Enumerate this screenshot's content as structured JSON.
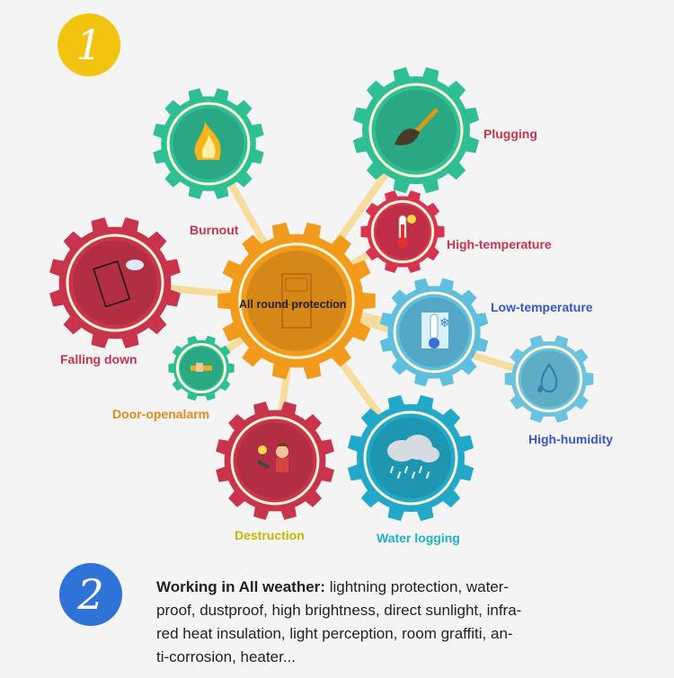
{
  "step1": {
    "number": "1",
    "color": "#f2c40f"
  },
  "step2": {
    "number": "2",
    "color": "#2f72d8"
  },
  "center": {
    "label": "All round protection",
    "color": "#f29a1b"
  },
  "features": [
    {
      "id": "burnout",
      "label": "Burnout",
      "label_color": "#c9344c",
      "gear_color": "#2fbf95",
      "icon": "fire-icon"
    },
    {
      "id": "plugging",
      "label": "Plugging",
      "label_color": "#c9344c",
      "gear_color": "#2fbf95",
      "icon": "plunger-icon"
    },
    {
      "id": "high-temperature",
      "label": "High-temperature",
      "label_color": "#c9344c",
      "gear_color": "#d9344f",
      "icon": "thermometer-hot-icon"
    },
    {
      "id": "falling-down",
      "label": "Falling down",
      "label_color": "#c9344c",
      "gear_color": "#c9344c",
      "icon": "falling-box-icon"
    },
    {
      "id": "low-temperature",
      "label": "Low-temperature",
      "label_color": "#3557c9",
      "gear_color": "#5fbfe0",
      "icon": "thermometer-cold-icon"
    },
    {
      "id": "door-open-alarm",
      "label": "Door-openalarm",
      "label_color": "#e8891c",
      "gear_color": "#2fbf95",
      "icon": "door-hand-icon"
    },
    {
      "id": "high-humidity",
      "label": "High-humidity",
      "label_color": "#3557c9",
      "gear_color": "#6cc3e0",
      "icon": "water-drop-icon"
    },
    {
      "id": "destruction",
      "label": "Destruction",
      "label_color": "#c9b400",
      "gear_color": "#c9344c",
      "icon": "vandal-icon"
    },
    {
      "id": "water-logging",
      "label": "Water logging",
      "label_color": "#1fb1c4",
      "gear_color": "#22a9c9",
      "icon": "rain-cloud-icon"
    }
  ],
  "description": {
    "heading": "Working in All weather:",
    "line1": "lightning protection, water-",
    "line2": "proof, dustproof, high brightness, direct sunlight, infra-",
    "line3": "red heat insulation, light perception, room graffiti, an-",
    "line4": "ti-corrosion, heater..."
  }
}
